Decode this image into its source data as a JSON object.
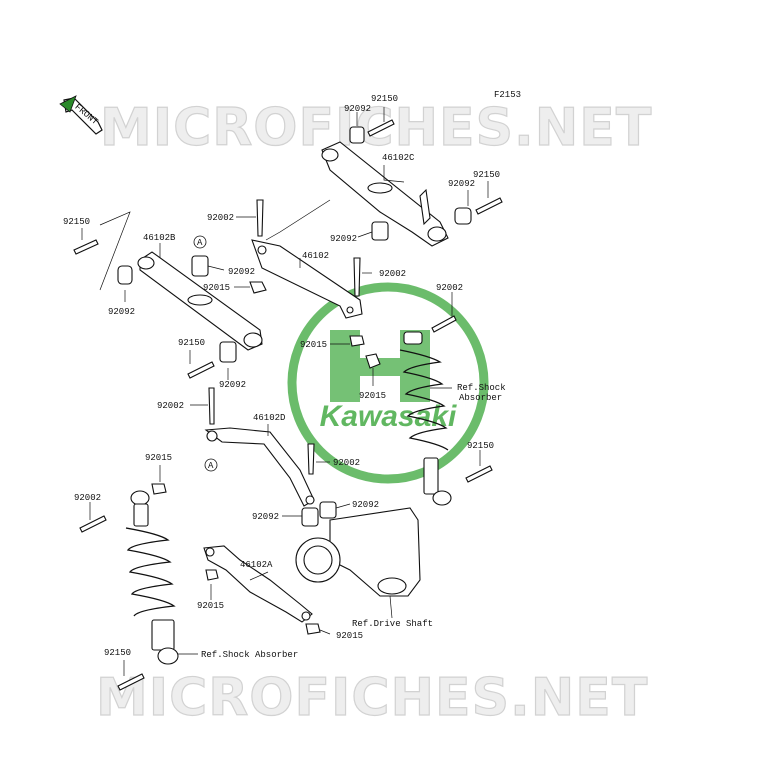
{
  "diagram": {
    "figure_code": "F2153",
    "front_label": "FRONT",
    "watermark_text": "MICROFICHES.NET",
    "logo_text": "Kawasaki",
    "accent_green": "#3aa63a",
    "labels": {
      "p92092_top": "92092",
      "p92150_top": "92150",
      "p46102c": "46102C",
      "p92092_r1": "92092",
      "p92150_r1": "92150",
      "p92002_a": "92002",
      "p92092_mid": "92092",
      "p92150_left": "92150",
      "p46102b": "46102B",
      "callout_a1": "A",
      "p46102": "46102",
      "p92092_b": "92092",
      "p92002_b": "92002",
      "p92015_a": "92015",
      "p92092_left": "92092",
      "p92002_c": "92002",
      "p92015_b": "92015",
      "p92150_c": "92150",
      "p92092_c": "92092",
      "p92015_c": "92015",
      "ref_shock_a": "Ref.Shock",
      "ref_shock_b": "Absorber",
      "p92002_d": "92002",
      "p46102d": "46102D",
      "p92150_d": "92150",
      "p92015_d": "92015",
      "callout_a2": "A",
      "p92002_e": "92002",
      "p92002_f": "92002",
      "p92092_d": "92092",
      "p92092_e": "92092",
      "p46102a": "46102A",
      "p92015_e": "92015",
      "ref_drive_shaft": "Ref.Drive Shaft",
      "p92015_f": "92015",
      "p92150_e": "92150",
      "ref_shock_absorber": "Ref.Shock Absorber"
    }
  }
}
